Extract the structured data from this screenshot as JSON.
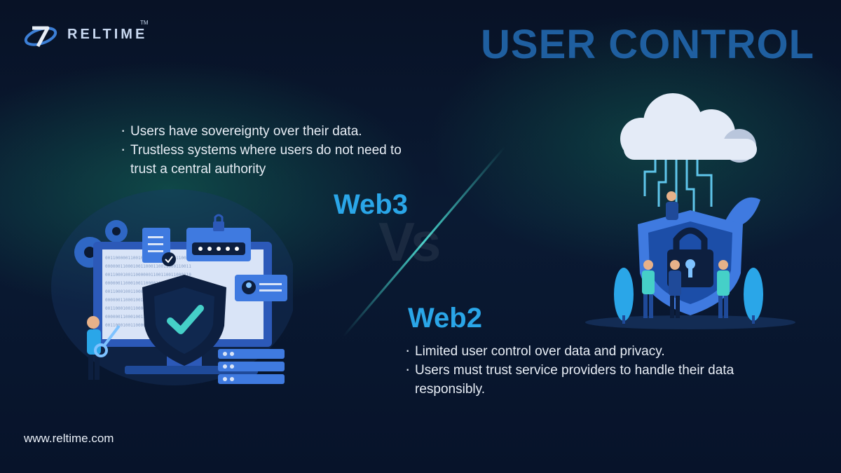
{
  "brand": {
    "name": "RELTIME",
    "trademark": "TM",
    "website": "www.reltime.com"
  },
  "headline": "USER CONTROL",
  "vs_text": "Vs",
  "web3": {
    "label": "Web3",
    "bullets": [
      "Users have sovereignty over their data.",
      "Trustless systems where users do not need to trust a central authority"
    ]
  },
  "web2": {
    "label": "Web2",
    "bullets": [
      "Limited user control over data and privacy.",
      "Users must trust service providers to handle their data responsibly."
    ]
  },
  "colors": {
    "headline": "#1f5fa0",
    "label": "#2aa6e8",
    "accent": "#45d0c8"
  },
  "icons": {
    "logo": "reltime-logo-icon",
    "web3_illustration": "security-shield-illustration",
    "web2_illustration": "cloud-padlock-illustration"
  }
}
